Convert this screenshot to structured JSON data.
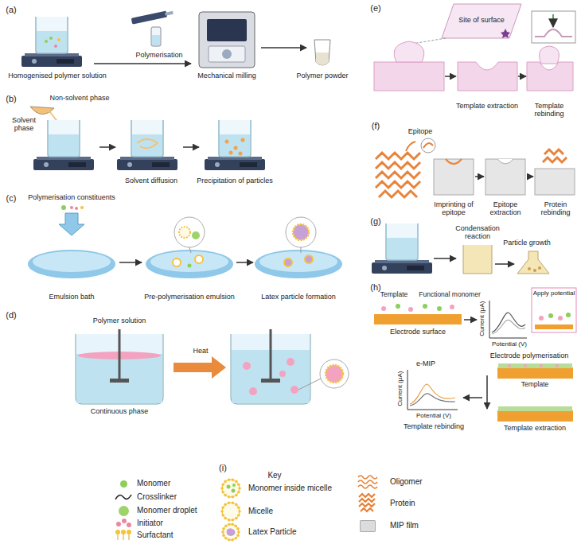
{
  "diagram": {
    "labels": [
      "(a)",
      "Homogenised polymer solution",
      "Polymerisation",
      "Mechanical milling",
      "Polymer powder",
      "(b)",
      "Non-solvent phase",
      "Solvent phase",
      "Solvent diffusion",
      "Precipitation of particles",
      "(c)",
      "Polymerisation constituents",
      "Emulsion bath",
      "Pre-polymerisation emulsion",
      "Latex particle formation",
      "(d)",
      "Polymer solution",
      "Heat",
      "Continuous phase",
      "(e)",
      "Site of surface",
      "Template extraction",
      "Template rebinding",
      "(f)",
      "Epitope",
      "Imprinting of epitope",
      "Epitope extraction",
      "Protein rebinding",
      "(g)",
      "Condensation reaction",
      "Particle growth",
      "(h)",
      "Template",
      "Functional monomer",
      "Current (μA)",
      "Potential (V)",
      "Apply potential",
      "Electrode surface",
      "Electrode polymerisation",
      "e-MIP",
      "Current (μA)",
      "Potential (V)",
      "Template rebinding",
      "Template",
      "Template extraction",
      "(i)",
      "Key"
    ],
    "legend": [
      {
        "text": "Monomer",
        "color": "#8ccf5a"
      },
      {
        "text": "Crosslinker"
      },
      {
        "text": "Monomer droplet",
        "color": "#9ed36a"
      },
      {
        "text": "Initiator"
      },
      {
        "text": "Surfactant"
      },
      {
        "text": "Monomer inside micelle"
      },
      {
        "text": "Micelle"
      },
      {
        "text": "Latex Particle"
      },
      {
        "text": "Oligomer"
      },
      {
        "text": "Protein"
      },
      {
        "text": "MIP film",
        "color": "#dcdcdc"
      }
    ]
  }
}
